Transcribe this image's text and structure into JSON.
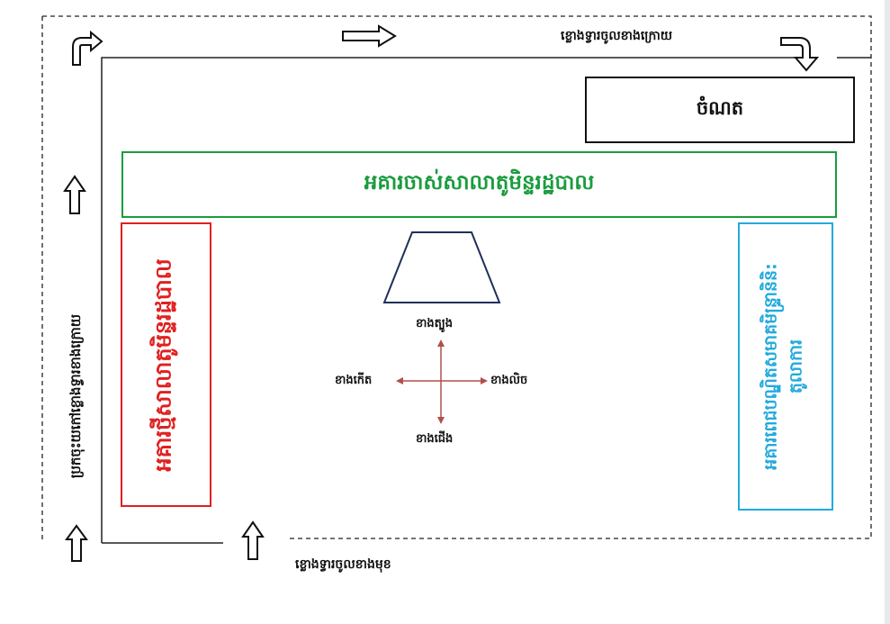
{
  "labels": {
    "rear_gate": "ខ្លោងទ្វារចូលខាងក្រោយ",
    "front_gate": "ខ្លោងទ្វារចូលខាងមុខ",
    "left_path": "ប្រកចុះយកៅខ្លោងទ្វារខាងក្រោយ",
    "parking": "ចំណត",
    "old_building": "អគារចាស់សាលាតូមិន្ទរដ្ឋបាល",
    "new_building": "អគារថ្មីសាលាតូមិន្ទរដ្ឋបាល",
    "right_building_line1": "អគារពេជបណ្ឌិតសមាគមិន្ទ្រានិនិ:",
    "right_building_line2": "តូលាការ",
    "compass_north": "ខាងត្បូង",
    "compass_south": "ខាងជើង",
    "compass_west": "ខាងកើត",
    "compass_east": "ខាងលិច"
  },
  "colors": {
    "old_building": "#1a9c3e",
    "new_building": "#e02020",
    "right_building": "#22aadd",
    "compass": "#b0504a",
    "podium": "#1f2f5a"
  },
  "icons": [
    "arrow-up-icon",
    "arrow-right-icon",
    "arrow-turn-right-icon",
    "arrow-turn-down-icon"
  ]
}
